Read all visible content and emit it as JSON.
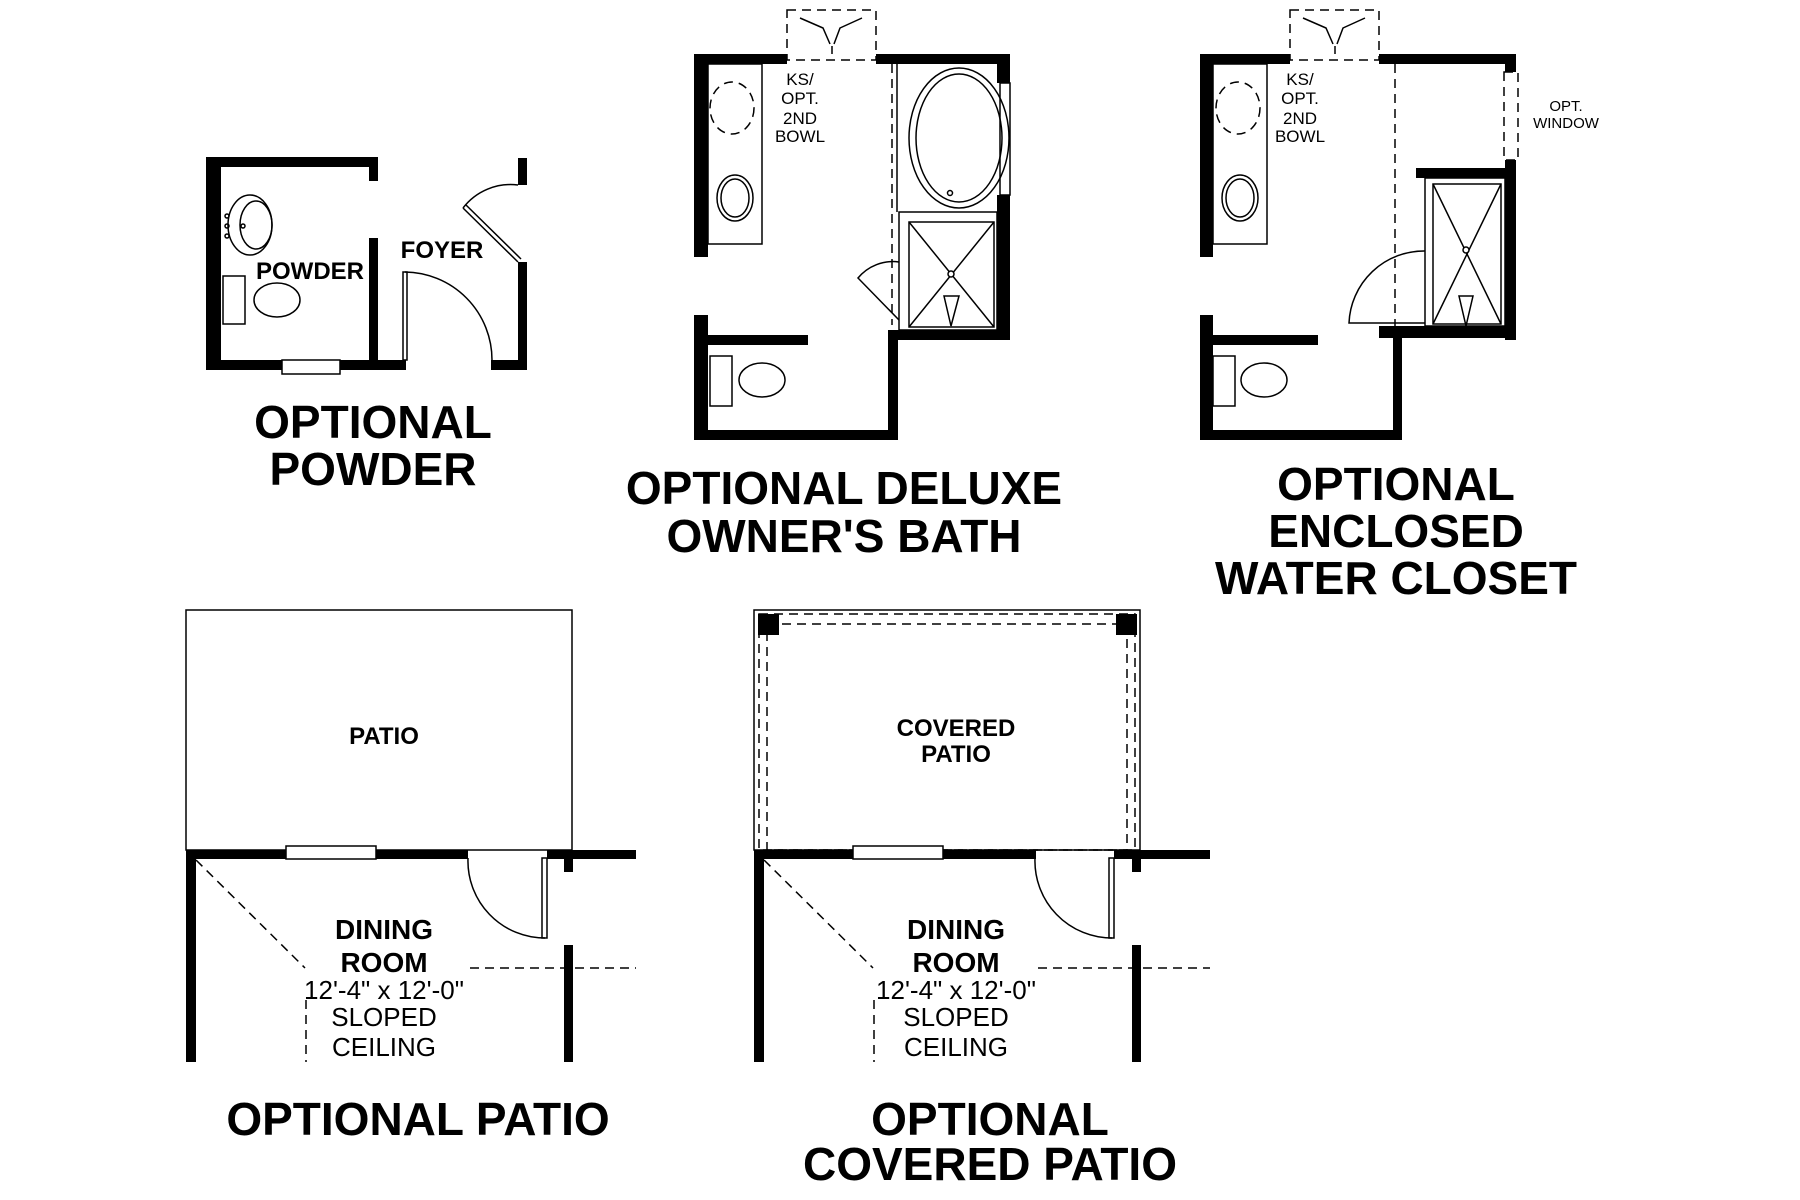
{
  "colors": {
    "ink": "#000000",
    "background": "#ffffff"
  },
  "plans": {
    "powder": {
      "title_line1": "OPTIONAL",
      "title_line2": "POWDER",
      "rooms": {
        "powder": "POWDER",
        "foyer": "FOYER"
      }
    },
    "deluxe_bath": {
      "title_line1": "OPTIONAL DELUXE",
      "title_line2": "OWNER'S BATH",
      "notes": [
        "KS/",
        "OPT.",
        "2ND",
        "BOWL"
      ]
    },
    "enclosed_wc": {
      "title_line1": "OPTIONAL",
      "title_line2": "ENCLOSED",
      "title_line3": "WATER CLOSET",
      "notes": [
        "KS/",
        "OPT.",
        "2ND",
        "BOWL"
      ],
      "window_note": [
        "OPT.",
        "WINDOW"
      ]
    },
    "patio": {
      "title": "OPTIONAL PATIO",
      "area_label": "PATIO",
      "room": {
        "name_line1": "DINING",
        "name_line2": "ROOM",
        "dimensions": "12'-4\" x 12'-0\"",
        "ceiling_line1": "SLOPED",
        "ceiling_line2": "CEILING"
      }
    },
    "covered_patio": {
      "title_line1": "OPTIONAL",
      "title_line2": "COVERED PATIO",
      "area_line1": "COVERED",
      "area_line2": "PATIO",
      "room": {
        "name_line1": "DINING",
        "name_line2": "ROOM",
        "dimensions": "12'-4\" x 12'-0\"",
        "ceiling_line1": "SLOPED",
        "ceiling_line2": "CEILING"
      }
    }
  }
}
